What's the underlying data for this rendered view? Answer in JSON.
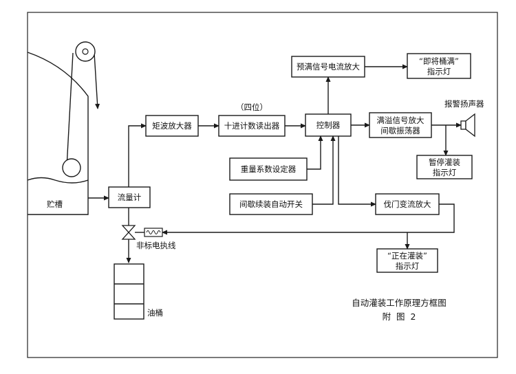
{
  "diagram": {
    "tank_label": "贮槽",
    "flowmeter": "流量计",
    "square_wave_amp": "矩波放大器",
    "four_digit_note": "（四位）",
    "decimal_counter": "十进计数读出器",
    "controller": "控制器",
    "prefull_amp": "预满信号电流放大",
    "full_indicator": [
      "“即将桶满”",
      "指示灯"
    ],
    "overflow_amp": [
      "满溢信号放大",
      "间歇振荡器"
    ],
    "alarm_speaker": "报警扬声器",
    "pause_indicator": [
      "暂停灌装",
      "指示灯"
    ],
    "weight_setter": "重量系数设定器",
    "intermittent_switch": "间歇续装自动开关",
    "valve_amp": "伐门变流放大",
    "filling_indicator": [
      "“正在灌装”",
      "指示灯"
    ],
    "non_std_wire": "非标电执线",
    "oil_barrel": "油桶",
    "caption_title": "自动灌装工作原理方框图",
    "caption_sub": "附  图  2"
  }
}
